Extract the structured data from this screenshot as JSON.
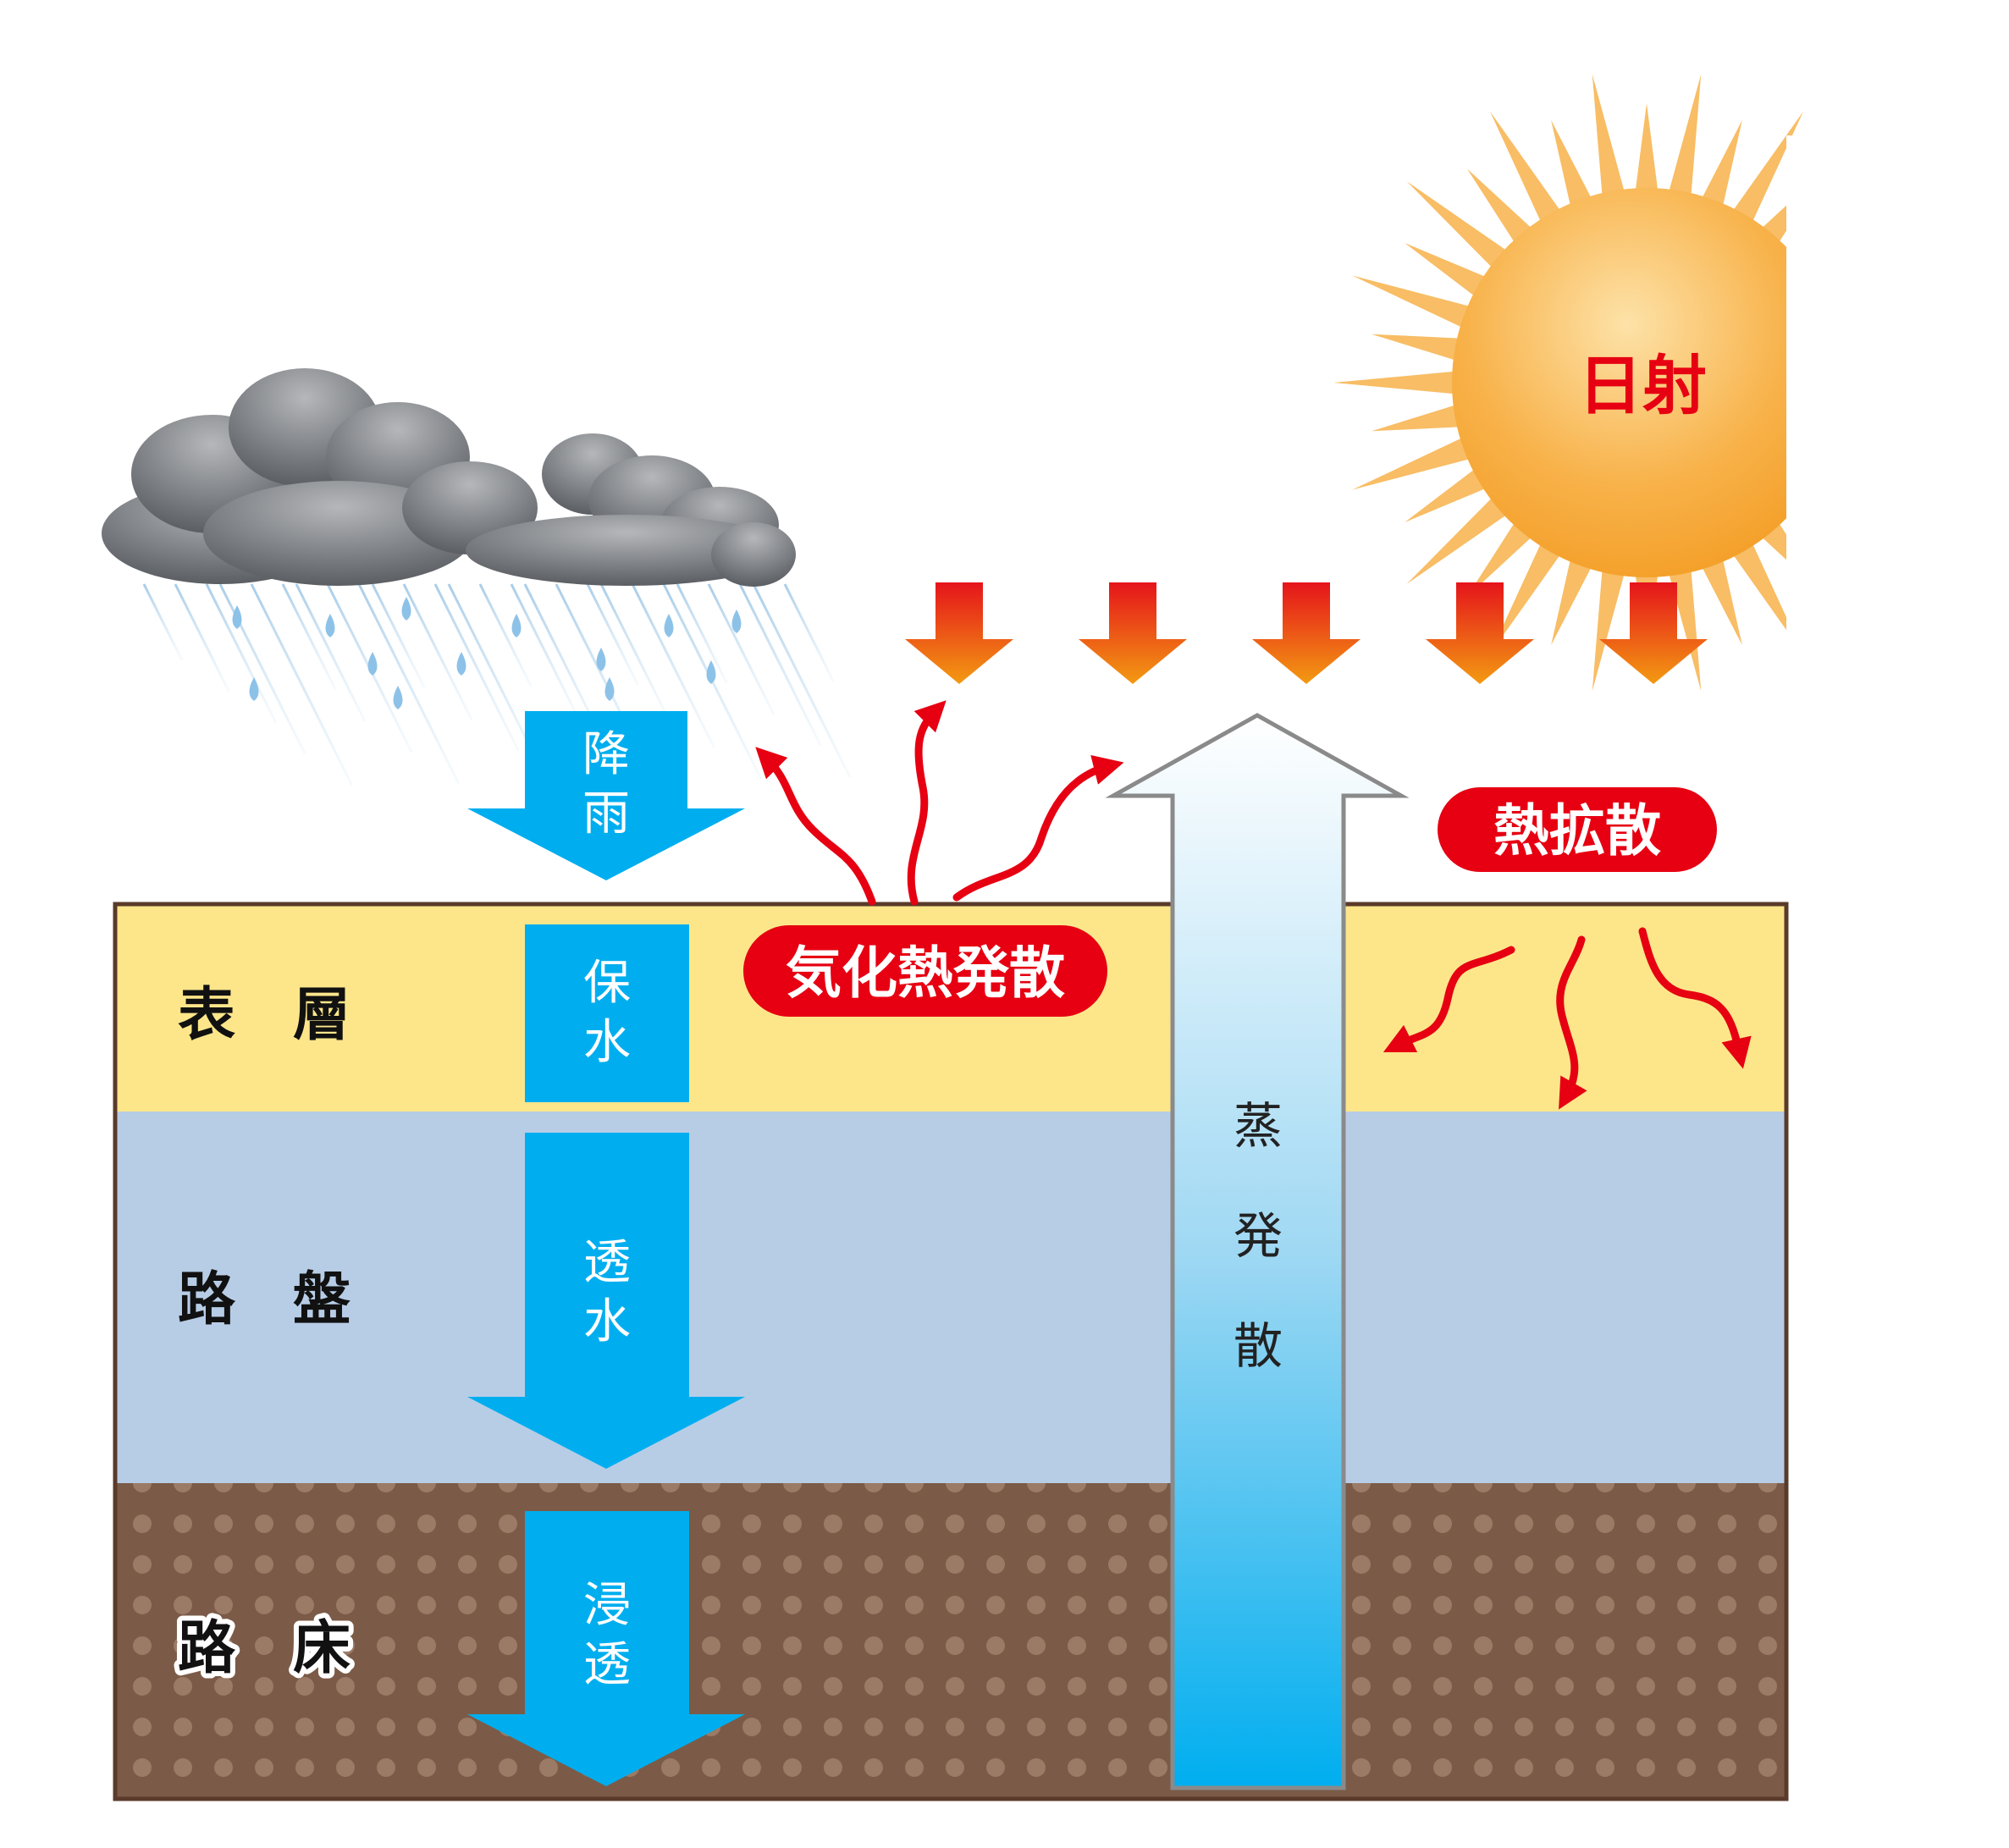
{
  "layers": [
    {
      "label": "表　層",
      "color": "#fde68a"
    },
    {
      "label": "路　盤",
      "color": "#b7cde6"
    },
    {
      "label": "路　床",
      "color": "#7b5b47"
    }
  ],
  "flows": {
    "rain": [
      "降",
      "雨"
    ],
    "retention": [
      "保",
      "水"
    ],
    "permeation": [
      "透",
      "水"
    ],
    "infiltration": [
      "浸",
      "透"
    ],
    "evaporation": [
      "蒸",
      "発",
      "散"
    ]
  },
  "labels": {
    "solar": "日射",
    "latent_heat": "気化熱発散",
    "heat_diffusion": "熱拡散"
  },
  "colors": {
    "water": "#00aeef",
    "heat_red": "#e60012",
    "sun_orange": "#f5a623",
    "outline": "#5a3a2a",
    "dot": "#9b7a66",
    "cloud": "#6b6e72"
  }
}
